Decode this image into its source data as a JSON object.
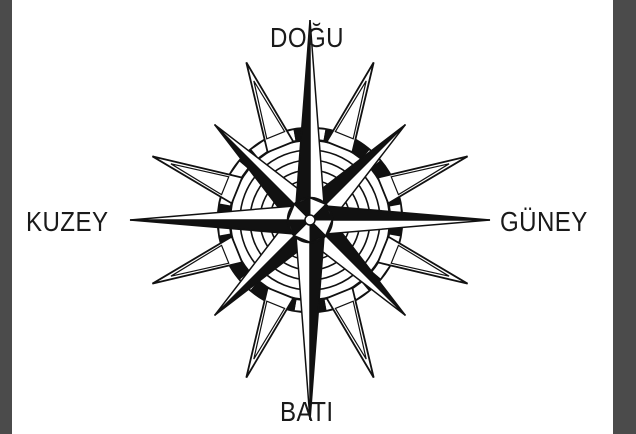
{
  "labels": {
    "top": "DOĞU",
    "left": "KUZEY",
    "right": "GÜNEY",
    "bottom": "BATI"
  },
  "colors": {
    "ink": "#111111",
    "paper": "#ffffff",
    "frame": "#4b4b4b"
  },
  "icon": "compass-rose-icon"
}
